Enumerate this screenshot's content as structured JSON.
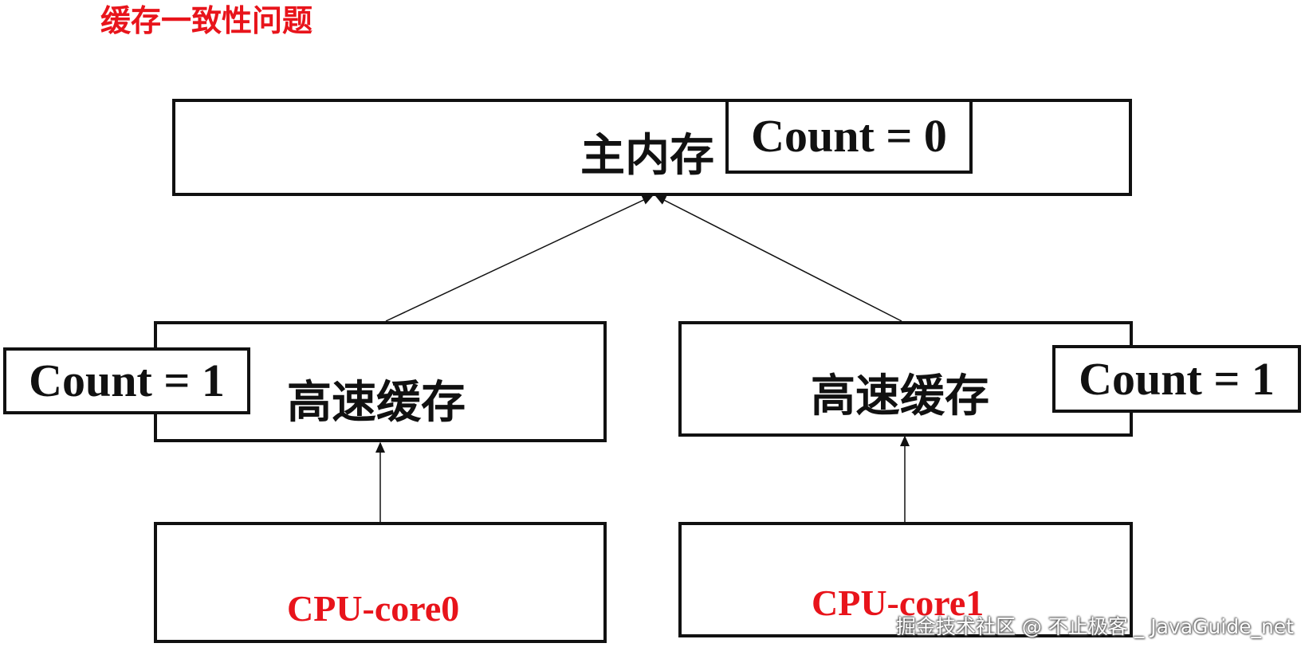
{
  "title": "缓存一致性问题",
  "main_memory": {
    "label": "主内存",
    "count": "Count = 0"
  },
  "caches": [
    {
      "label": "高速缓存",
      "count": "Count = 1"
    },
    {
      "label": "高速缓存",
      "count": "Count = 1"
    }
  ],
  "cores": [
    {
      "label": "CPU-core0"
    },
    {
      "label": "CPU-core1"
    }
  ],
  "watermark": "掘金技术社区 @ 不止极客 _ JavaGuide_net"
}
